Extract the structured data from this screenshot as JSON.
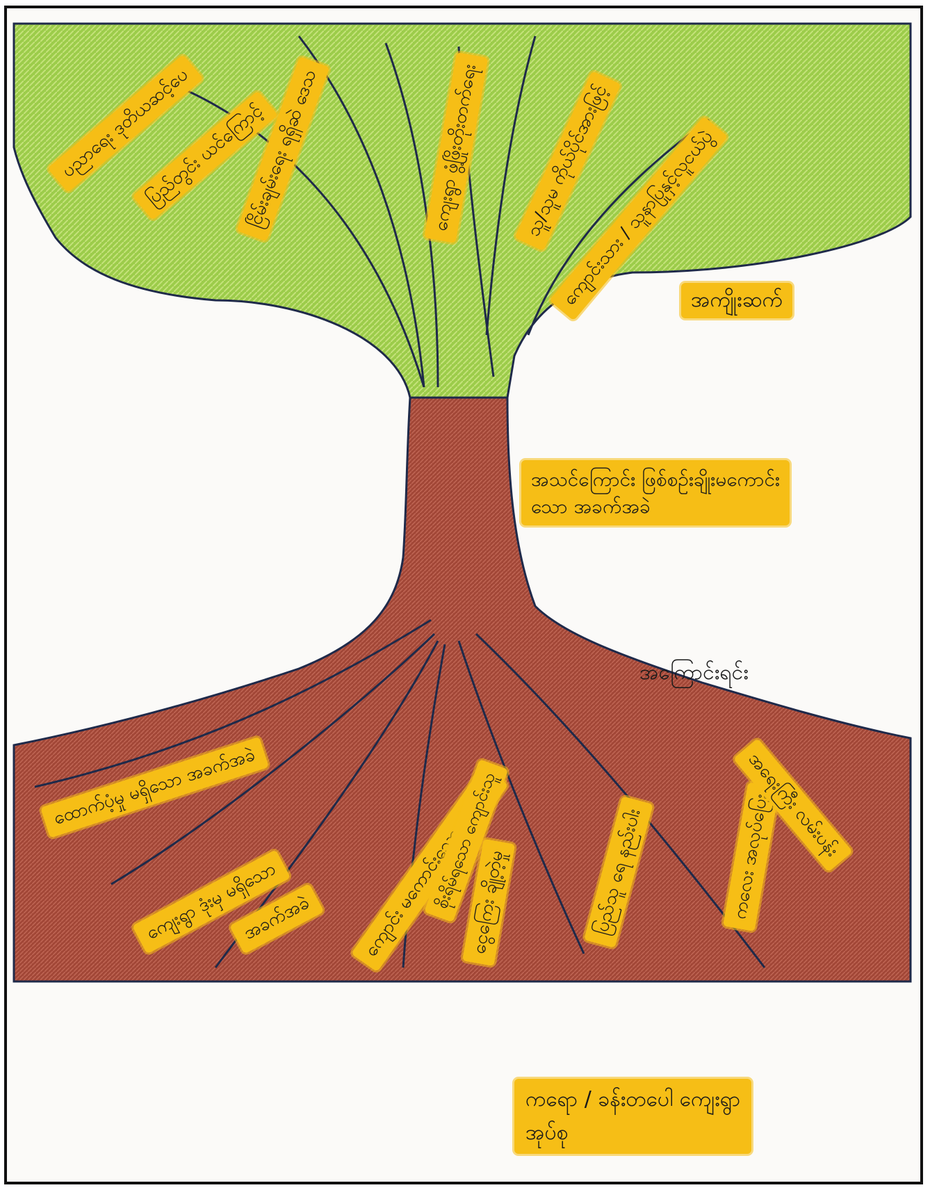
{
  "colors": {
    "foliage": "#8cc63f",
    "foliage_light": "#b9dc6a",
    "trunk": "#a0453a",
    "soil": "#a84636",
    "label_highlight": "#f6be16",
    "outline": "#1f2a4a"
  },
  "leaves": [
    {
      "text": "ပညာရေး ဒုတိယဆင့်ပေ"
    },
    {
      "text": "ပြည်တွင်း ယင်ကြောင့်"
    },
    {
      "text": "ငြိမ်းချမ်းရေး ရရှိဆဲ ဒေသ"
    },
    {
      "text": "ကျေးရွာ ဖွံ့ဖြိုးတိုးတက်ရေး"
    },
    {
      "text": "သူ/သူမ ကိုယ်ပိုင်အားဖြင့်"
    },
    {
      "text": "ကျောင်းသား / သူနာပြုနှင့်လူငယ်ပွဲ"
    }
  ],
  "fruit_label": {
    "text": "အကျိုးဆက်"
  },
  "trunk_label": {
    "line1": "အသင်ကြောင်း ဖြစ်စဉ်းချိုးမကောင်း",
    "line2": "သော အခက်အခဲ"
  },
  "root_label": {
    "text": "အကြောင်းရင်း"
  },
  "roots": [
    {
      "text": "ထောက်ပံ့မှု မရှိသော အခက်အခဲ"
    },
    {
      "text": "ကျေးရွာ ဒုံးမှ မရှိသော"
    },
    {
      "text": "အခက်အခဲ"
    },
    {
      "text": "ကျောင်း မကောင်းသော အစရှင်း"
    },
    {
      "text": "စိုးရိမ်ရသော ကျောင်းသူ"
    },
    {
      "text": "ငွေကြေး ချို့တဲ့မှု"
    },
    {
      "text": "ပြည်သူ ရေ နည်းပါး"
    },
    {
      "text": "ကလေး အလုပ်ပြေး"
    },
    {
      "text": "အရေးကြီး လမ်းပန်း"
    }
  ],
  "footer": {
    "line1": "ကရော / ခန်းတပေါ ကျေးရွာ",
    "line2": "အုပ်စု"
  }
}
